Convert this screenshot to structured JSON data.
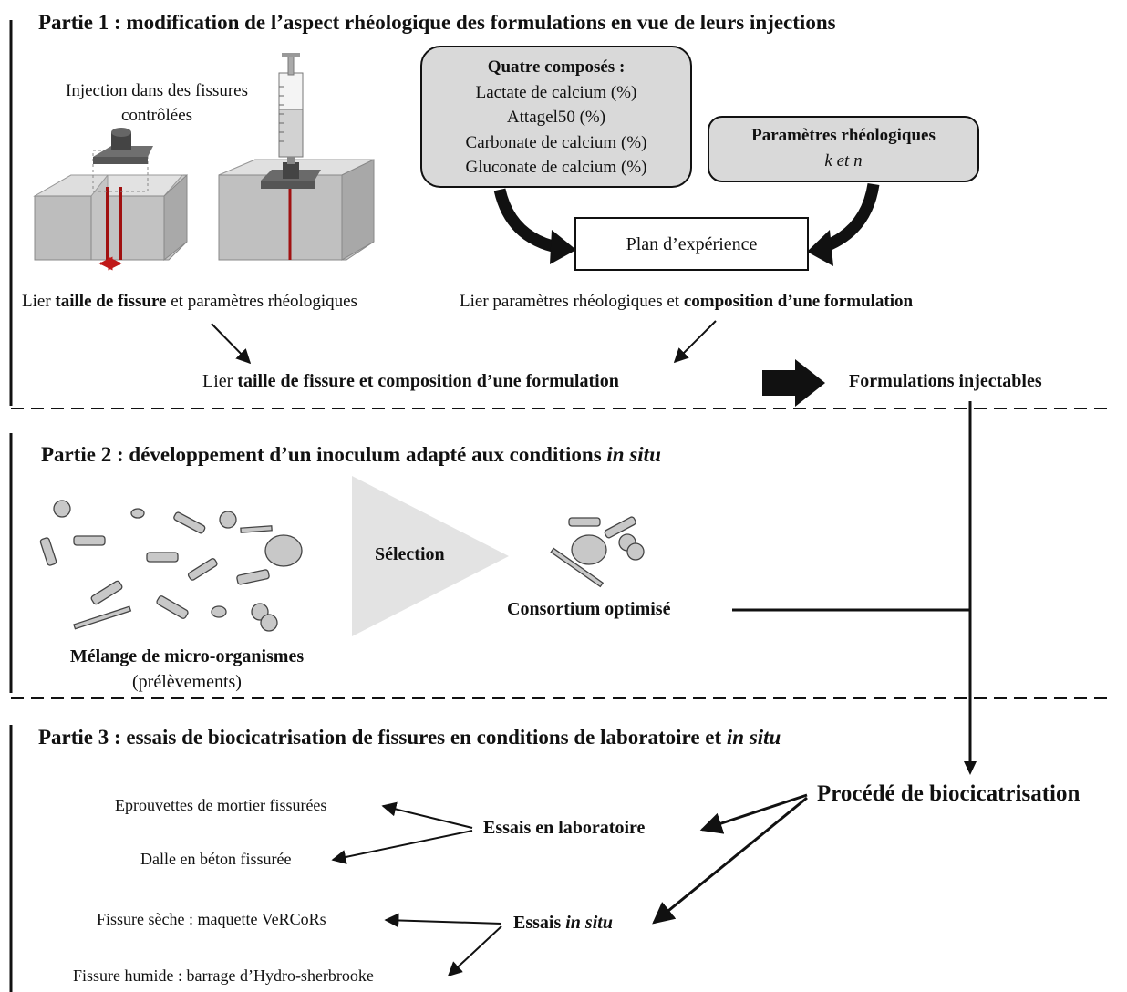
{
  "part1": {
    "title": "Partie 1 : modification de l’aspect rhéologique des formulations en vue de leurs injections",
    "injection_caption": [
      "Injection dans des fissures",
      "contrôlées"
    ],
    "compounds": {
      "heading": "Quatre composés :",
      "items": [
        "Lactate de calcium (%)",
        "Attagel50 (%)",
        "Carbonate de calcium (%)",
        "Gluconate de calcium (%)"
      ]
    },
    "rheo_params": {
      "heading": "Paramètres rhéologiques",
      "value": "k et n"
    },
    "plan": "Plan d’expérience",
    "link_left": {
      "pre": "Lier ",
      "bold": "taille de fissure",
      "post": " et paramètres rhéologiques"
    },
    "link_right": {
      "pre": "Lier paramètres rhéologiques et ",
      "bold": "composition d’une formulation"
    },
    "link_combined": {
      "pre": "Lier ",
      "bold": "taille de fissure et composition d’une formulation"
    },
    "result": "Formulations injectables"
  },
  "part2": {
    "title_main": "Partie 2 : développement d’un inoculum adapté aux conditions ",
    "title_italic": "in situ",
    "selection": "Sélection",
    "consortium": "Consortium optimisé",
    "mixture": "Mélange de micro-organismes",
    "mixture_sub": "(prélèvements)"
  },
  "part3": {
    "title_main": "Partie 3 : essais de biocicatrisation de fissures en conditions de laboratoire et ",
    "title_italic": "in situ",
    "process": "Procédé de biocicatrisation",
    "lab": "Essais en laboratoire",
    "lab_items": [
      "Eprouvettes de mortier fissurées",
      "Dalle en béton fissurée"
    ],
    "insitu_pre": "Essais ",
    "insitu_italic": "in situ",
    "insitu_items": [
      "Fissure sèche : maquette VeRCoRs",
      "Fissure humide : barrage d’Hydro-sherbrooke"
    ]
  },
  "colors": {
    "box_gray": "#d9d9d9",
    "crack_red": "#a01010",
    "block_gray": "#bfbfbf",
    "microbe_gray": "#c8c8c8"
  }
}
